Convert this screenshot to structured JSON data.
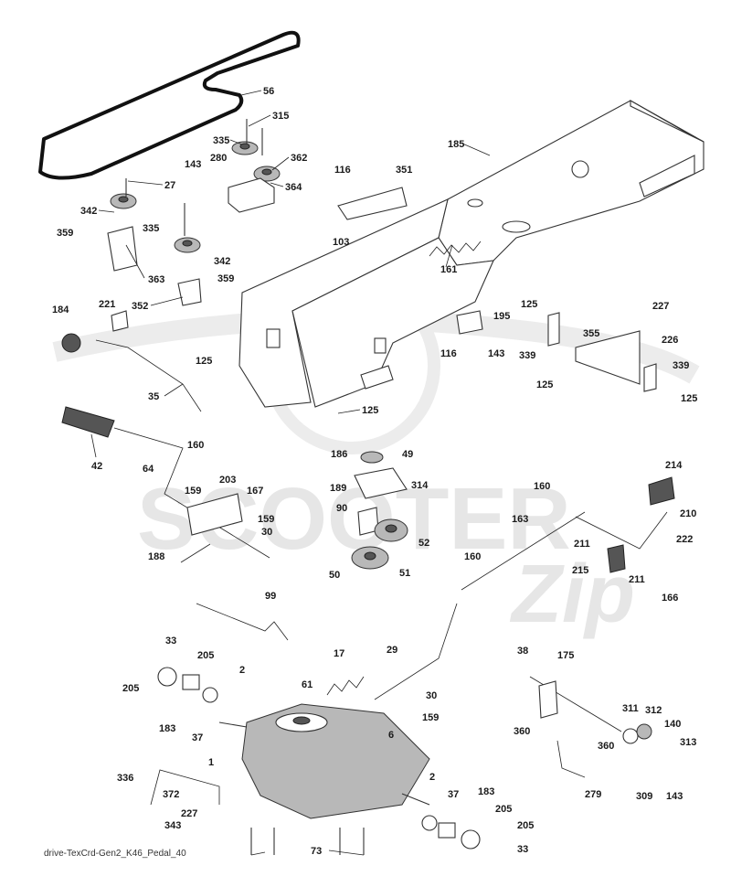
{
  "caption": "drive-TexCrd-Gen2_K46_Pedal_40",
  "watermark": {
    "word": "SCOOTER",
    "script": "Zip",
    "color": "#e6e6e6"
  },
  "callouts": [
    "56",
    "315",
    "335",
    "280",
    "362",
    "364",
    "143",
    "27",
    "342",
    "359",
    "335",
    "342",
    "363",
    "359",
    "352",
    "116",
    "351",
    "103",
    "185",
    "161",
    "184",
    "221",
    "125",
    "195",
    "143",
    "116",
    "125",
    "227",
    "355",
    "226",
    "339",
    "125",
    "339",
    "125",
    "35",
    "125",
    "42",
    "160",
    "64",
    "203",
    "167",
    "159",
    "159",
    "30",
    "188",
    "186",
    "49",
    "189",
    "314",
    "90",
    "52",
    "50",
    "51",
    "160",
    "214",
    "163",
    "210",
    "211",
    "222",
    "160",
    "215",
    "211",
    "166",
    "99",
    "33",
    "205",
    "205",
    "2",
    "183",
    "37",
    "61",
    "17",
    "29",
    "30",
    "159",
    "6",
    "38",
    "175",
    "360",
    "311",
    "312",
    "140",
    "313",
    "1",
    "360",
    "279",
    "336",
    "372",
    "227",
    "343",
    "2",
    "37",
    "183",
    "205",
    "205",
    "73",
    "33",
    "309",
    "143"
  ]
}
